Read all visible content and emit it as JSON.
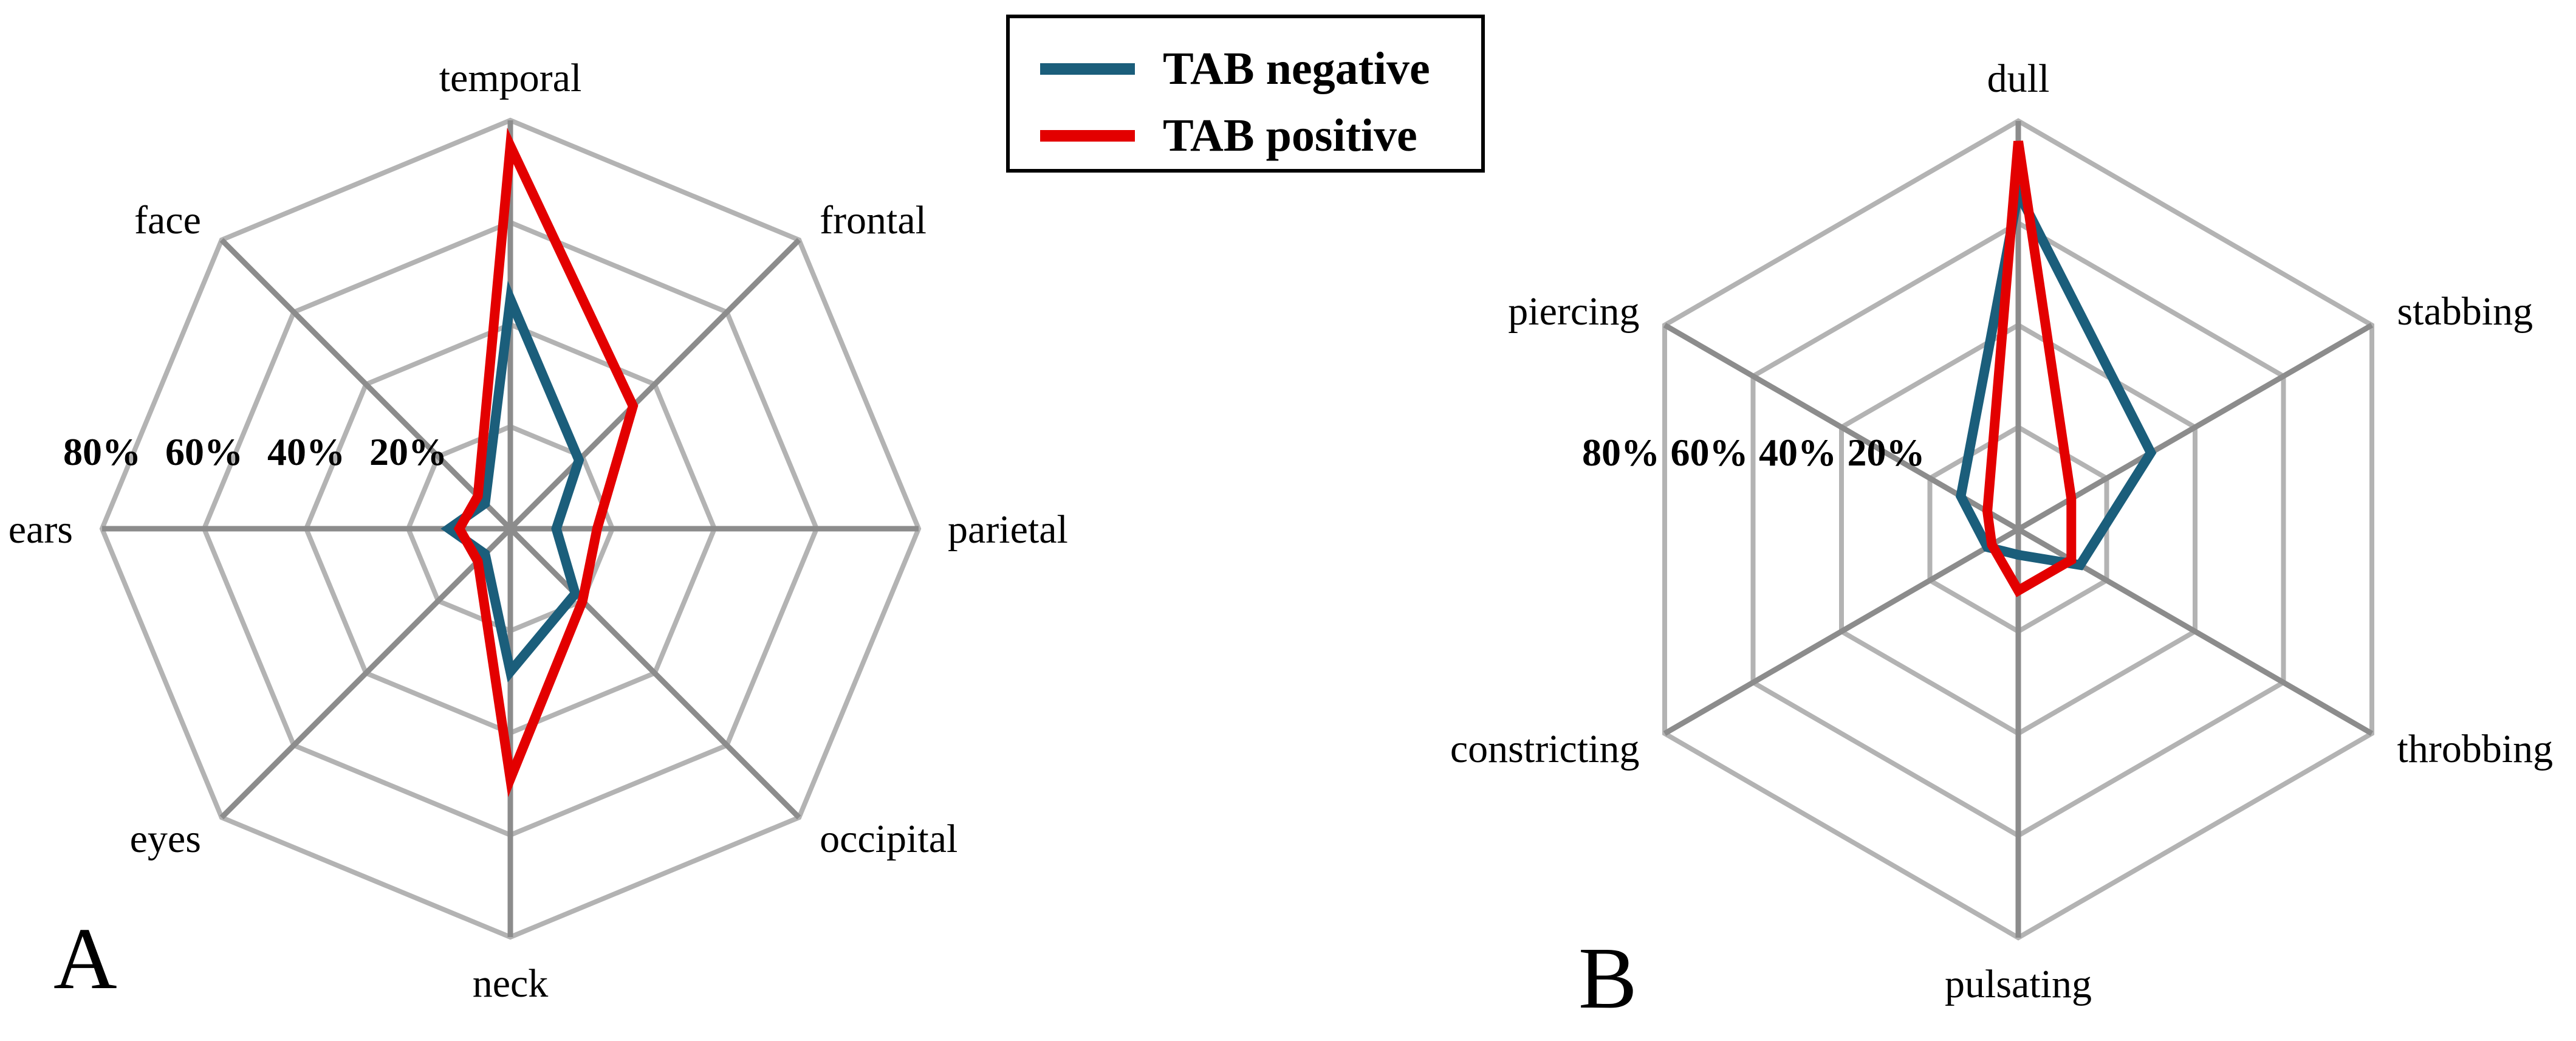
{
  "page": {
    "background": "#ffffff"
  },
  "legend": {
    "border_color": "#000000",
    "items": [
      {
        "label": "TAB negative",
        "color": "#1b5e7b"
      },
      {
        "label": "TAB positive",
        "color": "#e30000"
      }
    ]
  },
  "panels": [
    {
      "letter": "A"
    },
    {
      "letter": "B"
    }
  ],
  "chart_data": [
    {
      "type": "radar",
      "panel": "A",
      "categories": [
        "temporal",
        "frontal",
        "parietal",
        "occipital",
        "neck",
        "eyes",
        "ears",
        "face"
      ],
      "series": [
        {
          "name": "TAB negative",
          "color": "#1b5e7b",
          "values": [
            45,
            19,
            9,
            18,
            28,
            7,
            12,
            7
          ]
        },
        {
          "name": "TAB positive",
          "color": "#e30000",
          "values": [
            75,
            34,
            17,
            20,
            49,
            9,
            10,
            9
          ]
        }
      ],
      "unit": "percent",
      "max_percent": 80,
      "rings_percent": [
        20,
        40,
        60,
        80
      ],
      "tick_labels": [
        "80%",
        "60%",
        "40%",
        "20%"
      ],
      "grid": true,
      "grid_color": "#b3b3b3",
      "axis_color": "#8c8c8c",
      "legend_position": "top-center-between-panels"
    },
    {
      "type": "radar",
      "panel": "B",
      "categories": [
        "dull",
        "stabbing",
        "throbbing",
        "pulsating",
        "constricting",
        "piercing"
      ],
      "series": [
        {
          "name": "TAB negative",
          "color": "#1b5e7b",
          "values": [
            66,
            30,
            14,
            5,
            7,
            13
          ]
        },
        {
          "name": "TAB positive",
          "color": "#e30000",
          "values": [
            76,
            12,
            12,
            12,
            6,
            7
          ]
        }
      ],
      "unit": "percent",
      "max_percent": 80,
      "rings_percent": [
        20,
        40,
        60,
        80
      ],
      "tick_labels": [
        "80%",
        "60%",
        "40%",
        "20%"
      ],
      "grid": true,
      "grid_color": "#b3b3b3",
      "axis_color": "#8c8c8c",
      "legend_position": "top-center-between-panels"
    }
  ]
}
